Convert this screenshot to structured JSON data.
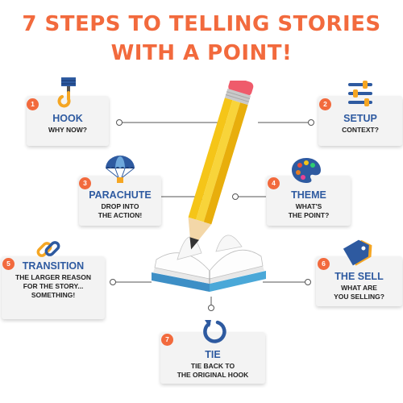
{
  "title": {
    "line1": "7 STEPS TO TELLING STORIES",
    "line2": "WITH A POINT!"
  },
  "colors": {
    "accent": "#f26a3d",
    "heading": "#2e5aa0",
    "card": "#f3f3f3",
    "pencil": "#f5c518",
    "book": "#4aa8d8"
  },
  "steps": [
    {
      "number": "1",
      "title": "HOOK",
      "subtitle": "WHY NOW?",
      "icon": "hook-icon"
    },
    {
      "number": "2",
      "title": "SETUP",
      "subtitle": "CONTEXT?",
      "icon": "sliders-icon"
    },
    {
      "number": "3",
      "title": "PARACHUTE",
      "subtitle": "DROP INTO\nTHE ACTION!",
      "icon": "parachute-icon"
    },
    {
      "number": "4",
      "title": "THEME",
      "subtitle": "WHAT'S\nTHE POINT?",
      "icon": "palette-icon"
    },
    {
      "number": "5",
      "title": "TRANSITION",
      "subtitle": "THE LARGER REASON\nFOR THE STORY...\nSOMETHING!",
      "icon": "chain-link-icon"
    },
    {
      "number": "6",
      "title": "THE SELL",
      "subtitle": "WHAT ARE\nYOU SELLING?",
      "icon": "price-tag-icon"
    },
    {
      "number": "7",
      "title": "TIE",
      "subtitle": "TIE BACK TO\nTHE ORIGINAL HOOK",
      "icon": "cycle-arrow-icon"
    }
  ]
}
